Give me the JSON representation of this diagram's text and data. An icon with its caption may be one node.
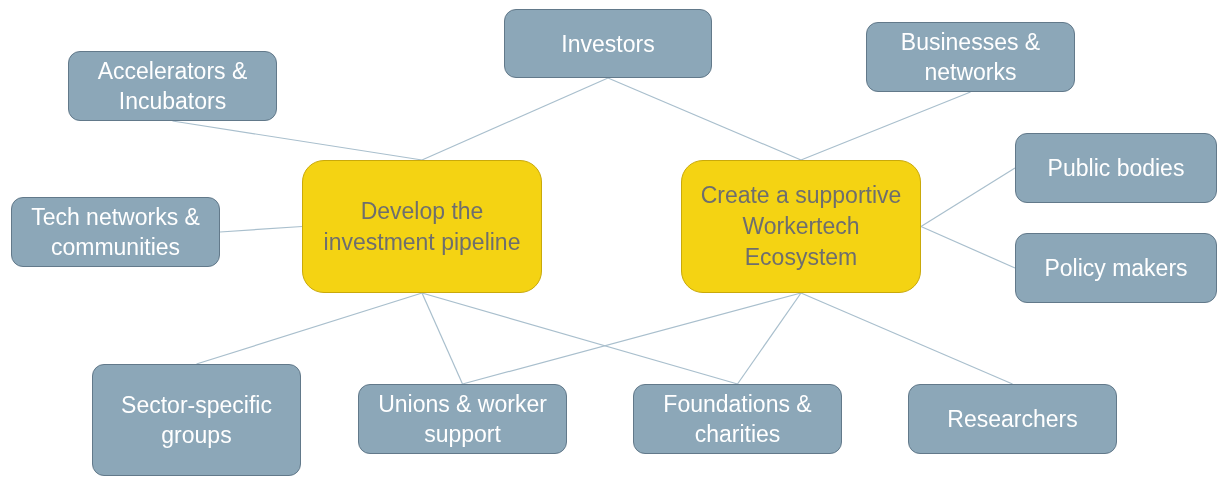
{
  "diagram": {
    "nodes": [
      {
        "text": [
          "Develop the investment pipeline"
        ]
      },
      {
        "text": [
          "Create a supportive Workertech Ecosystem"
        ]
      },
      {
        "text": [
          "Investors"
        ]
      },
      {
        "text": [
          "Accelerators & Incubators"
        ]
      },
      {
        "text": [
          "Businesses & networks"
        ]
      },
      {
        "text": [
          "Tech networks & communities"
        ]
      },
      {
        "text": [
          "Public bodies"
        ]
      },
      {
        "text": [
          "Policy makers"
        ]
      },
      {
        "text": [
          "Sector-specific groups"
        ]
      },
      {
        "text": [
          "Unions & worker support"
        ]
      },
      {
        "text": [
          "Foundations & charities"
        ]
      },
      {
        "text": [
          "Researchers"
        ]
      }
    ],
    "edges": [
      {
        "from": 2,
        "to": 0,
        "arrow": "none"
      },
      {
        "from": 2,
        "to": 1,
        "arrow": "none"
      },
      {
        "from": 4,
        "to": 1,
        "arrow": "none"
      },
      {
        "from": 3,
        "to": 0,
        "arrow": "none"
      },
      {
        "from": 5,
        "to": 0,
        "arrow": "none"
      },
      {
        "from": 1,
        "to": 6,
        "arrow": "none"
      },
      {
        "from": 1,
        "to": 7,
        "arrow": "none"
      },
      {
        "from": 0,
        "to": 8,
        "arrow": "none"
      },
      {
        "from": 0,
        "to": 9,
        "arrow": "none"
      },
      {
        "from": 0,
        "to": 10,
        "arrow": "none"
      },
      {
        "from": 1,
        "to": 9,
        "arrow": "none"
      },
      {
        "from": 1,
        "to": 10,
        "arrow": "none"
      },
      {
        "from": 1,
        "to": 11,
        "arrow": "none"
      }
    ]
  }
}
